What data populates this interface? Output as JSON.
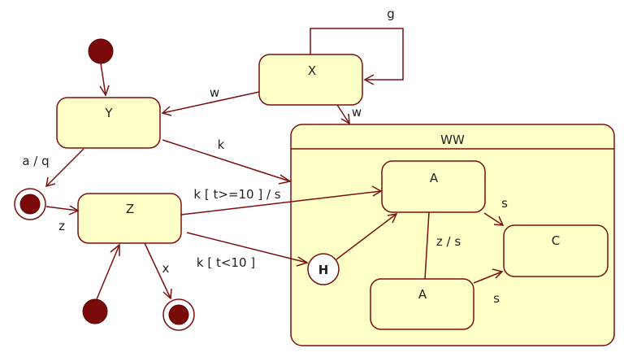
{
  "states": {
    "x": "X",
    "y": "Y",
    "z": "Z",
    "ww": "WW",
    "a_top": "A",
    "a_bottom": "A",
    "c": "C",
    "history": "H"
  },
  "transitions": {
    "self_x": "g",
    "x_to_y": "w",
    "x_to_ww": "w",
    "y_to_ww": "k",
    "y_to_final": "a / q",
    "final_to_z": "z",
    "z_to_a": "k [ t>=10 ]  / s",
    "z_to_h": "k [ t<10 ]",
    "z_to_final": "x",
    "a_to_c": "s",
    "a_to_a": "z / s",
    "a_bottom_to_c": "s"
  },
  "colors": {
    "state_fill": "#ffffc8",
    "stroke": "#7a1010",
    "initial_dot": "#7a0a0a"
  }
}
